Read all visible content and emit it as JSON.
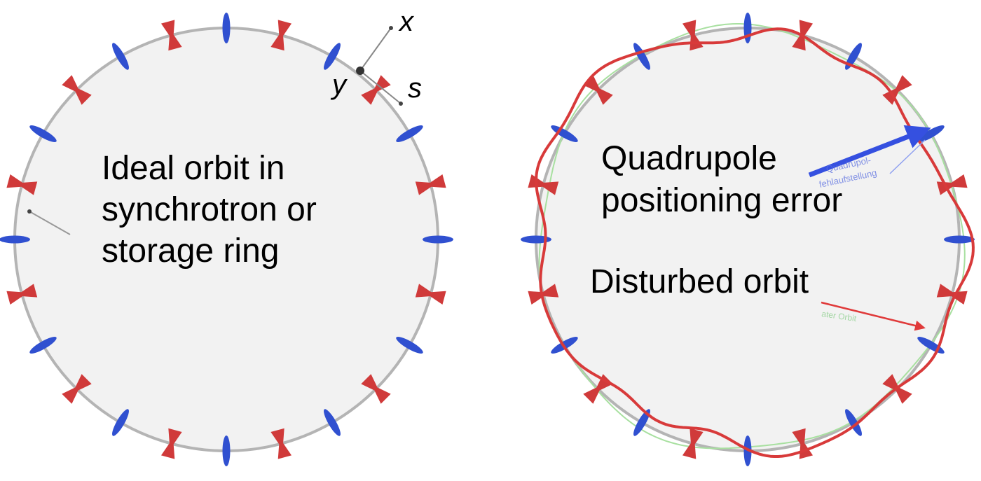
{
  "left_panel": {
    "caption_lines": [
      "Ideal orbit in",
      "synchrotron or",
      "storage ring"
    ],
    "axes": {
      "x": "x",
      "y": "y",
      "s": "s"
    }
  },
  "right_panel": {
    "error_label_lines": [
      "Quadrupole",
      "positioning error"
    ],
    "orbit_label": "Disturbed orbit",
    "faint_note_lines": [
      "Quadrupol-",
      "fehlaufstellung"
    ],
    "faint_green_note": "ater Orbit"
  },
  "magnets": {
    "count": 24,
    "focusing_color": "#3050d0",
    "defocusing_color": "#d03a3a"
  },
  "colors": {
    "ring_fill": "#f2f2f2",
    "ring_stroke": "#b4b4b4",
    "disturbed_orbit": "#d83a3a",
    "error_arrow": "#3550e0",
    "orbit_arrow": "#e03a3a",
    "green_trace": "#a8e0a0"
  }
}
